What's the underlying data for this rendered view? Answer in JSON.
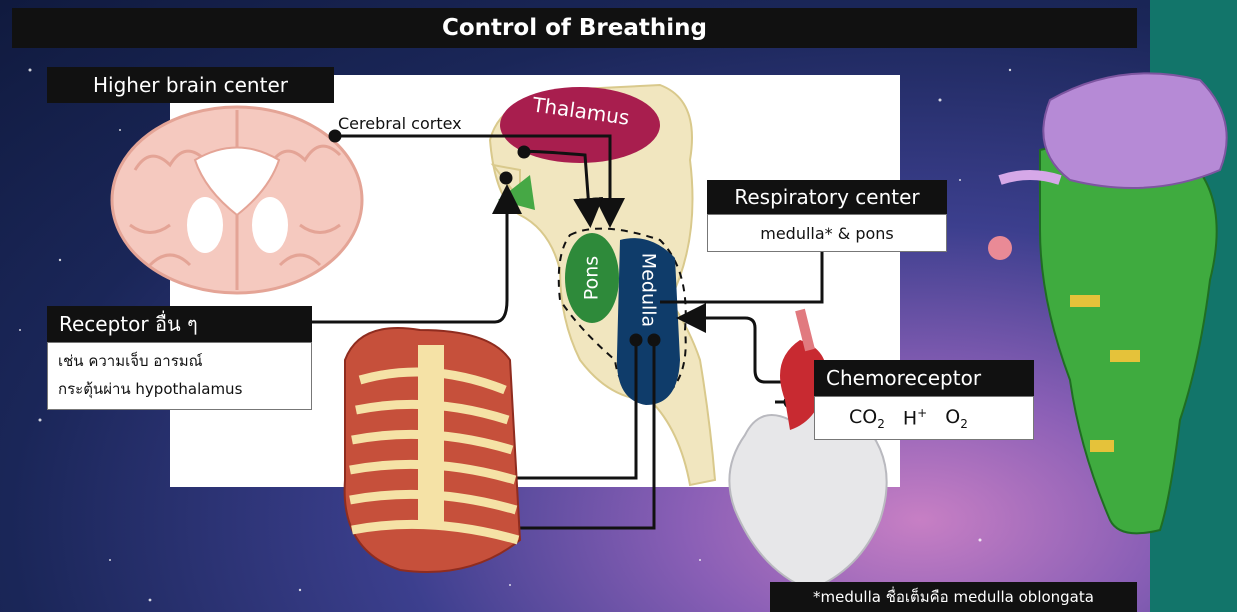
{
  "title": "Control of Breathing",
  "higher_brain_center": {
    "title": "Higher brain center",
    "sub_label": "Cerebral cortex"
  },
  "thalamus_label": "Thalamus",
  "pons_label": "Pons",
  "medulla_label": "Medulla",
  "respiratory_center": {
    "title": "Respiratory center",
    "detail": "medulla* & pons"
  },
  "receptor": {
    "title": "Receptor อื่น ๆ",
    "line1": "เช่น ความเจ็บ อารมณ์",
    "line2": "กระตุ้นผ่าน hypothalamus"
  },
  "chemoreceptor": {
    "title": "Chemoreceptor",
    "co2": "CO",
    "co2_sub": "2",
    "h": "H",
    "h_sup": "+",
    "o2": "O",
    "o2_sub": "2"
  },
  "footnote": "*medulla ชื่อเต็มคือ medulla oblongata",
  "colors": {
    "thalamus": "#a81e4e",
    "pons": "#2e8a3a",
    "medulla": "#0f3c6a",
    "brainstem": "#f1e6bf",
    "teal_bar": "#12756a"
  }
}
